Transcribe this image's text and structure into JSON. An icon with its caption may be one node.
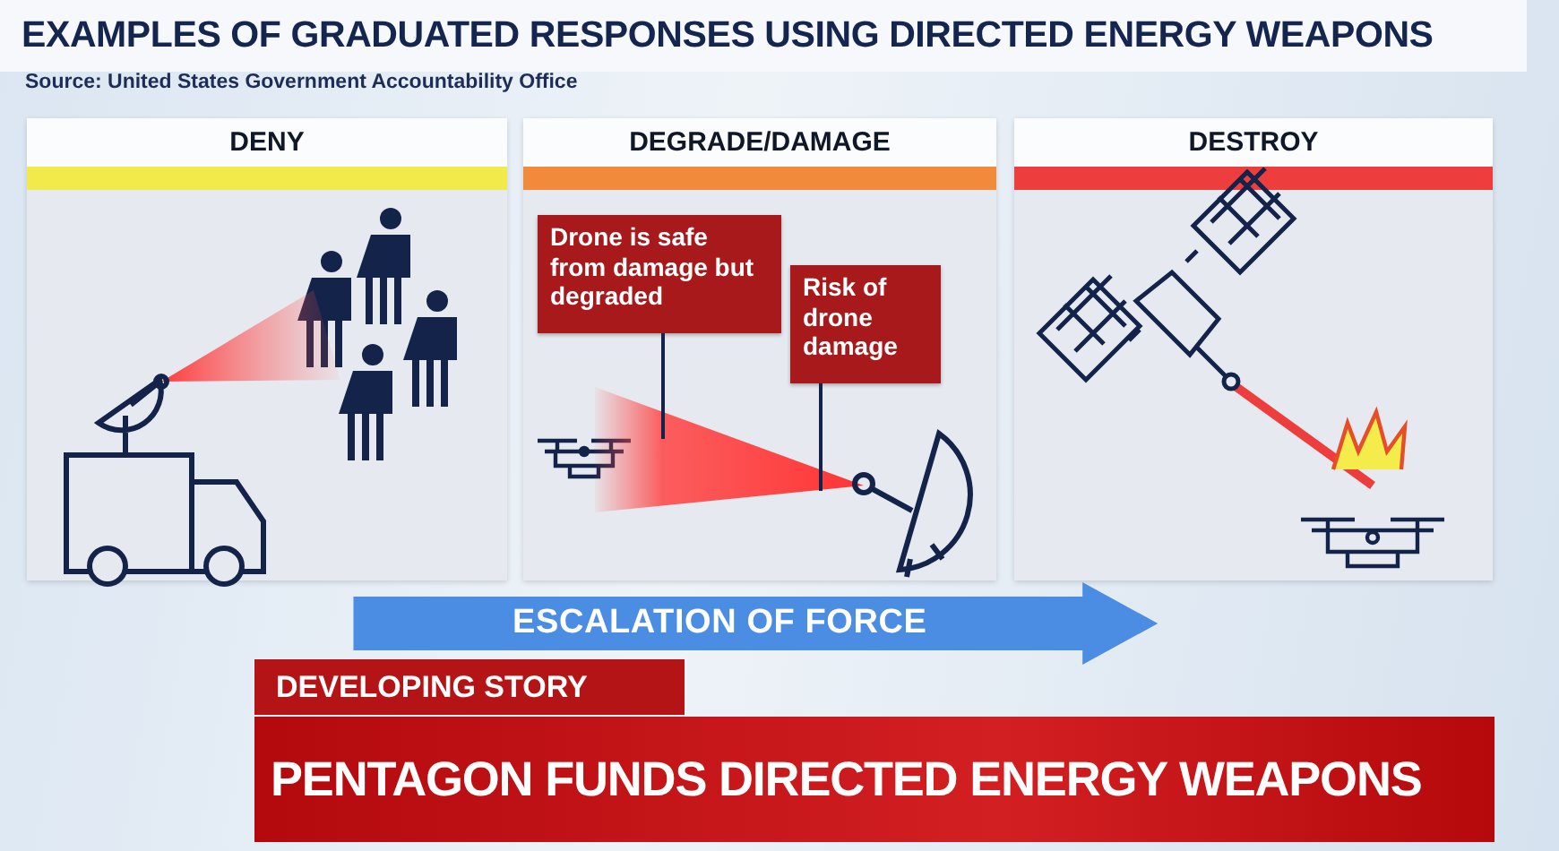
{
  "diagram": {
    "title": "EXAMPLES OF GRADUATED RESPONSES USING DIRECTED ENERGY WEAPONS",
    "nodes": [
      {
        "text": [
          "DENY"
        ]
      },
      {
        "text": [
          "DEGRADE/DAMAGE"
        ]
      },
      {
        "text": [
          "DESTROY"
        ]
      },
      {
        "text": [
          "Drone is safe from damage but degraded"
        ],
        "in": 1
      },
      {
        "text": [
          "Risk of drone damage"
        ],
        "in": 1
      }
    ],
    "edges": [
      {
        "from": 3,
        "to": null,
        "arrow": "none"
      },
      {
        "from": 4,
        "to": null,
        "arrow": "none"
      },
      {
        "from": 0,
        "to": 2,
        "arrow": "to",
        "label": "ESCALATION OF FORCE",
        "style": "thick",
        "color": "#4b8de2"
      }
    ],
    "labels": [
      "Source: United States Government Accountability Office",
      "DEVELOPING STORY",
      "PENTAGON FUNDS DIRECTED ENERGY WEAPONS"
    ]
  }
}
